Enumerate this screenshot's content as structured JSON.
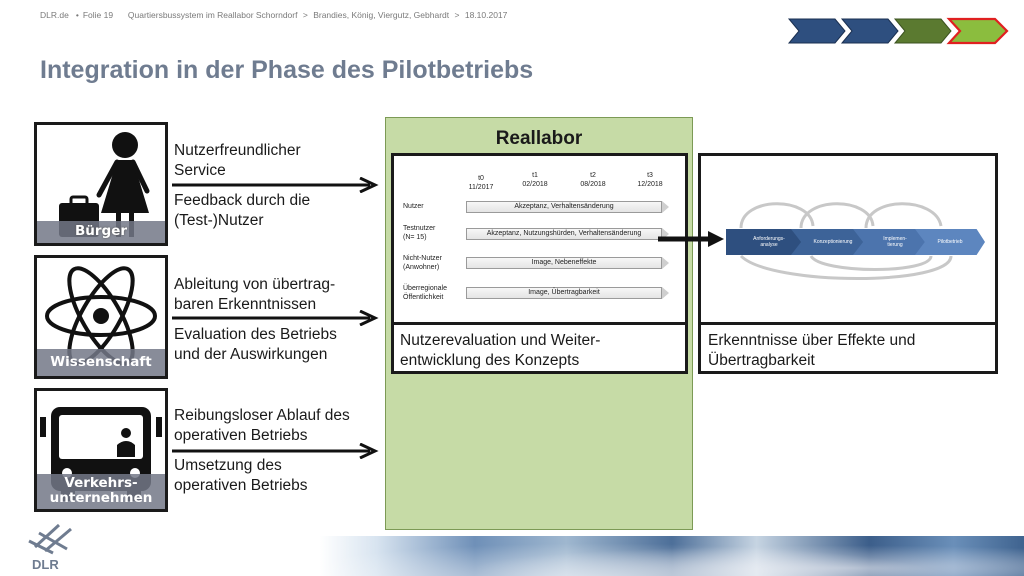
{
  "header": {
    "org": "DLR.de",
    "separator": "•",
    "slide": "Folie 19",
    "title": "Quartiersbussystem im Reallabor Schorndorf",
    "gt1": ">",
    "authors": "Brandies, König, Viergutz, Gebhardt",
    "gt2": ">",
    "date": "18.10.2017"
  },
  "progress": {
    "steps": 4,
    "active_step": 4,
    "colors": [
      "#2e4f7f",
      "#2e4f7f",
      "#5b7a30",
      "#8bbd3e"
    ],
    "active_outline": "#e02020"
  },
  "slide_title": "Integration in der Phase des Pilotbetriebs",
  "actors": [
    {
      "label": "Bürger",
      "icon": "citizen-icon"
    },
    {
      "label": "Wissenschaft",
      "icon": "atom-icon"
    },
    {
      "label_line1": "Verkehrs-",
      "label_line2": "unternehmen",
      "icon": "bus-icon"
    }
  ],
  "flows": {
    "buerger": {
      "line1": "Nutzerfreundlicher",
      "line2": "Service",
      "line3": "Feedback durch die",
      "line4": "(Test-)Nutzer"
    },
    "wissenschaft": {
      "line1": "Ableitung von übertrag-",
      "line2": "baren Erkenntnissen",
      "line3": "Evaluation des Betriebs",
      "line4": "und der Auswirkungen"
    },
    "verkehr": {
      "line1": "Reibungsloser Ablauf des",
      "line2": "operativen Betriebs",
      "line3": "Umsetzung des",
      "line4": "operativen Betriebs"
    }
  },
  "reallabor": {
    "title": "Reallabor",
    "timeline": {
      "times": [
        {
          "t": "t0",
          "date": "11/2017"
        },
        {
          "t": "t1",
          "date": "02/2018"
        },
        {
          "t": "t2",
          "date": "08/2018"
        },
        {
          "t": "t3",
          "date": "12/2018"
        }
      ],
      "rows": [
        {
          "line1": "Nutzer",
          "line2": "",
          "bar": "Akzeptanz, Verhaltensänderung"
        },
        {
          "line1": "Testnutzer",
          "line2": "(N= 15)",
          "bar": "Akzeptanz, Nutzungshürden, Verhaltensänderung"
        },
        {
          "line1": "Nicht-Nutzer",
          "line2": "(Anwohner)",
          "bar": "Image, Nebeneffekte"
        },
        {
          "line1": "Überregionale",
          "line2": "Öffentlichkeit",
          "bar": "Image, Übertragbarkeit"
        }
      ]
    },
    "eval_line1": "Nutzerevaluation und Weiter-",
    "eval_line2": "entwicklung des Konzepts"
  },
  "process": {
    "steps": [
      {
        "line1": "Anforderungs-",
        "line2": "analyse"
      },
      {
        "line1": "Konzeptionierung",
        "line2": ""
      },
      {
        "line1": "Implemen-",
        "line2": "tierung"
      },
      {
        "line1": "Pilotbetrieb",
        "line2": ""
      }
    ],
    "insight_line1": "Erkenntnisse über Effekte und",
    "insight_line2": "Übertragbarkeit"
  },
  "logo": {
    "text": "DLR"
  }
}
